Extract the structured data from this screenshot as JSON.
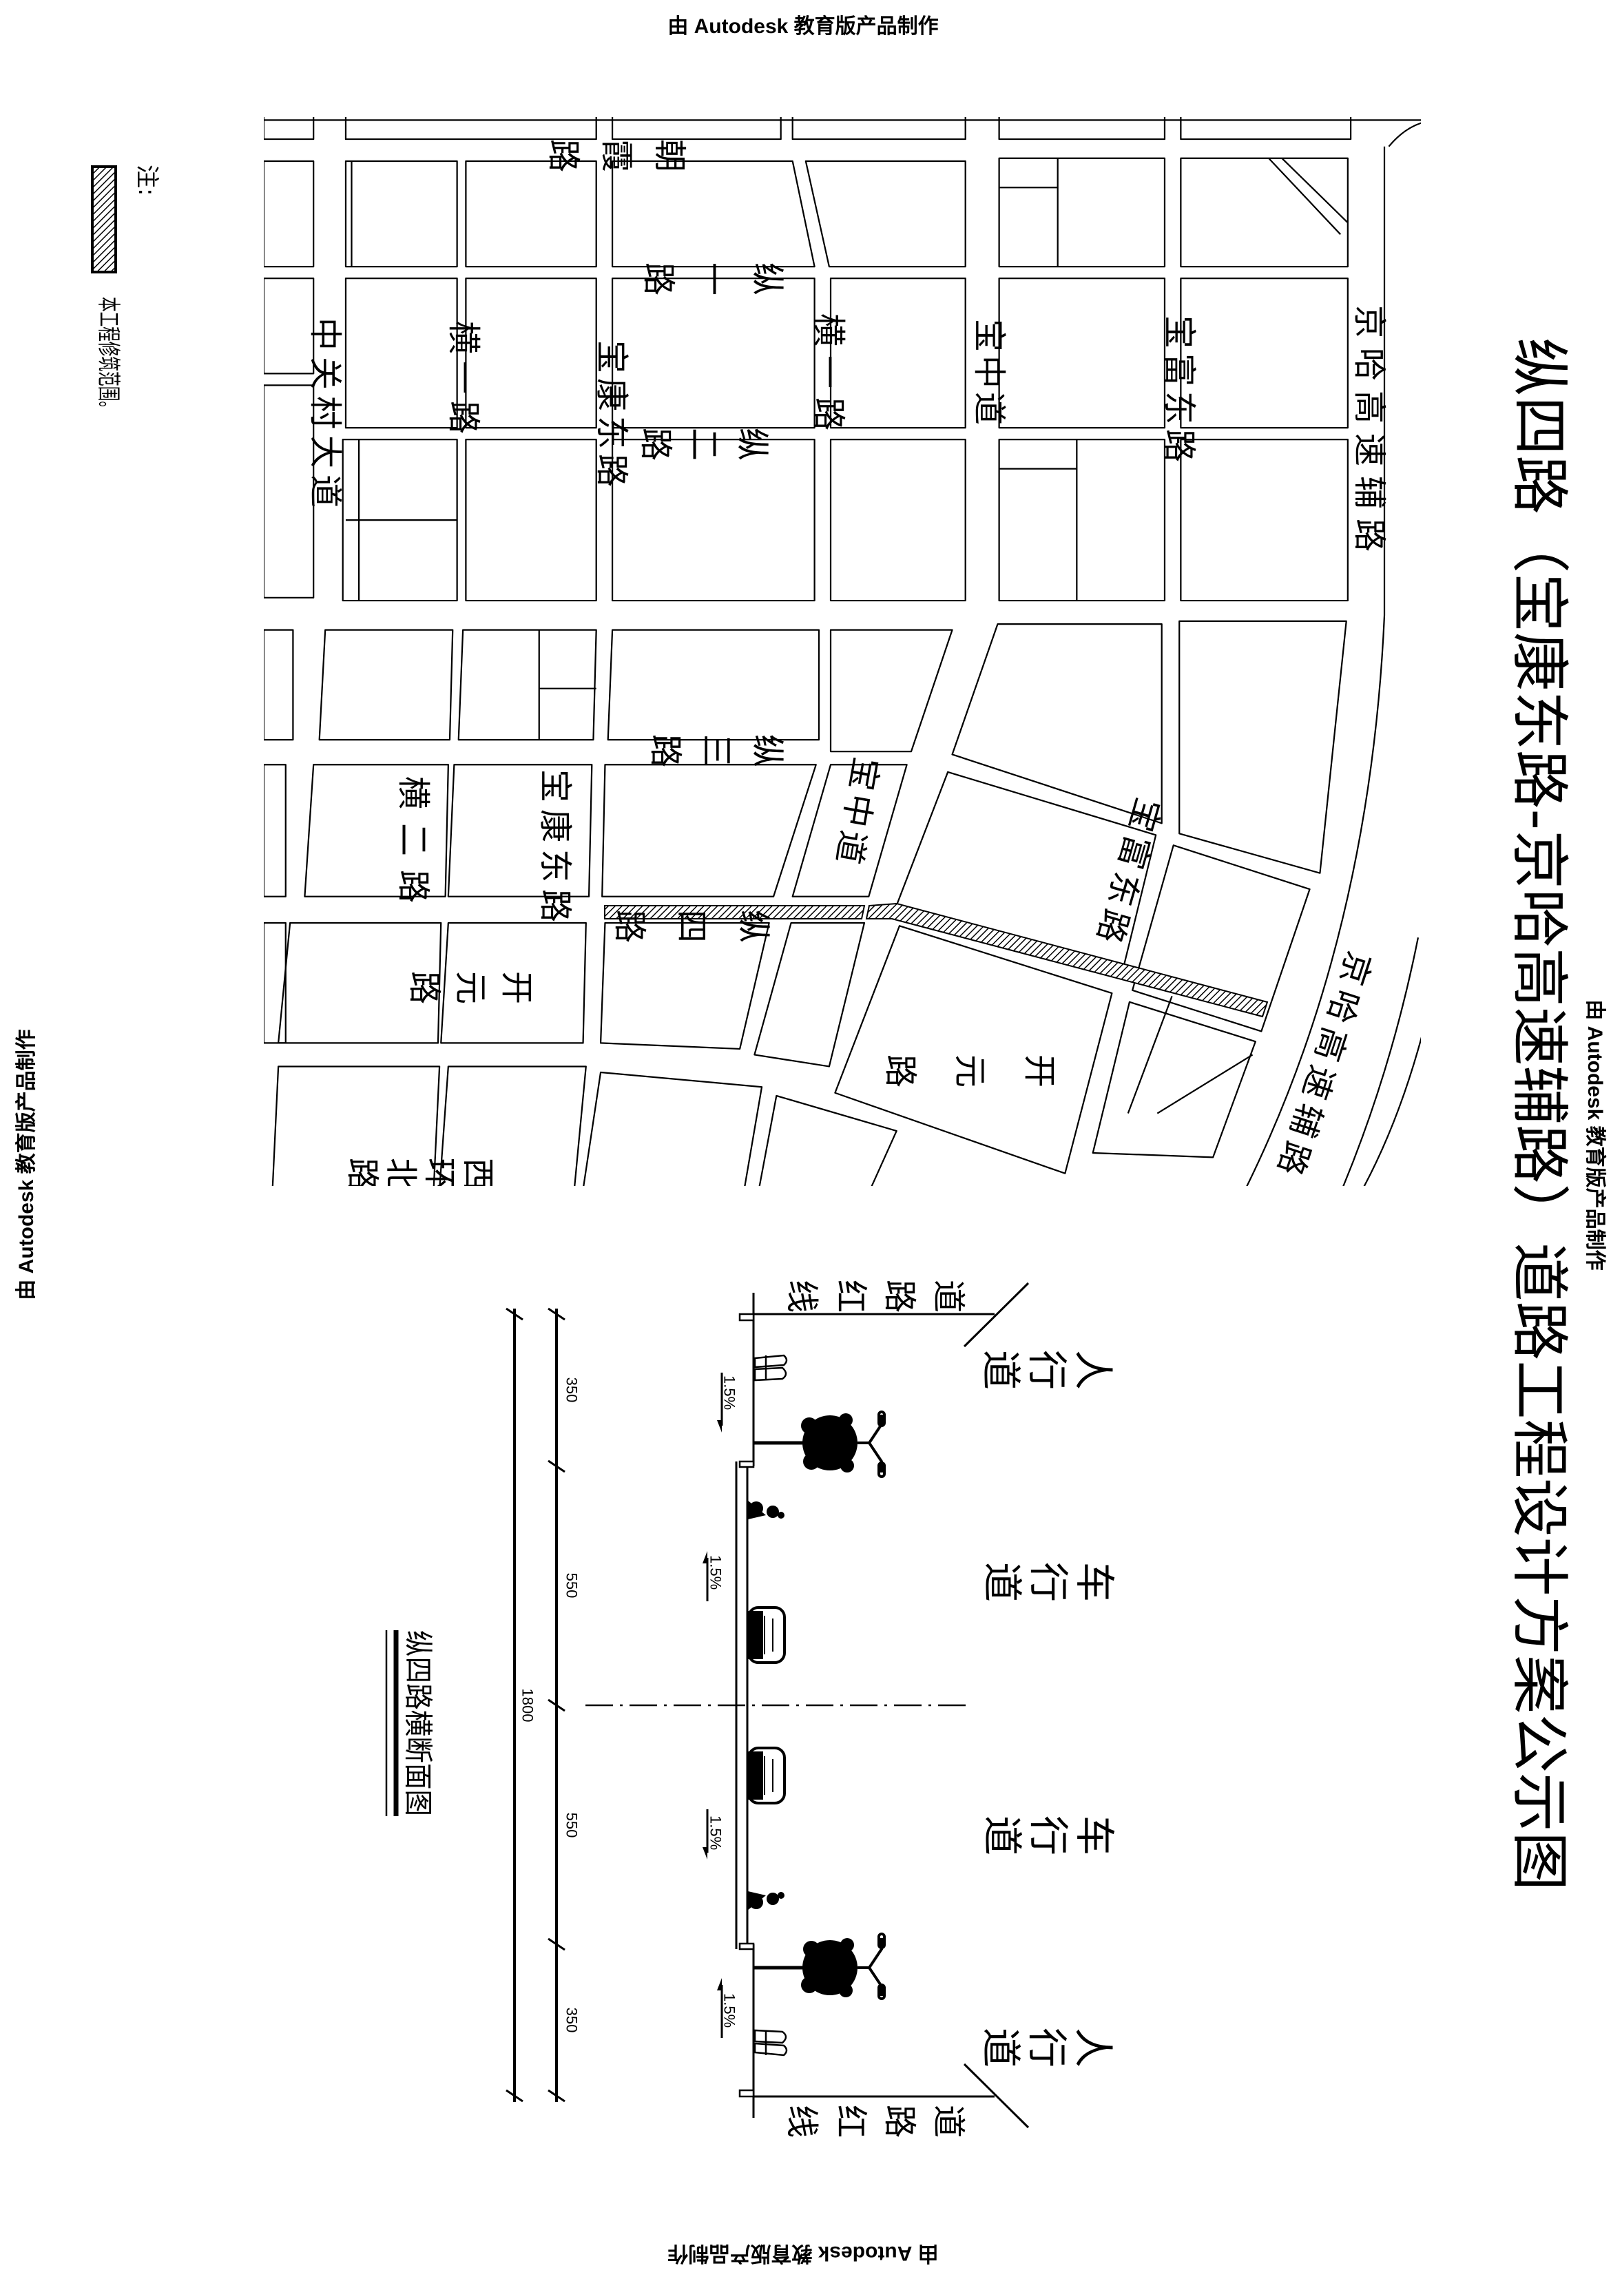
{
  "watermark": "由 Autodesk 教育版产品制作",
  "title": "纵四路（宝康东路-京哈高速辅路）道路工程设计方案公示图",
  "notes": {
    "label": "注:",
    "legend_text": "本工程修筑范围。",
    "legend_pattern": "diagonal-hatch"
  },
  "map": {
    "labels": {
      "zhaoxia": "朝霞路",
      "zhongguancun": "中关村大道",
      "heng1_a": "横一路",
      "zong1": "纵一路",
      "baokang_a": "宝康东路",
      "zong2": "纵二路",
      "heng1_b": "横一路",
      "baozhong_a": "宝中道",
      "baofu_a": "宝富东路",
      "jingha_a": "京哈高速辅路",
      "zong3": "纵三路",
      "heng2": "横二路",
      "baokang_b": "宝康东路",
      "zong4": "纵四路",
      "kaiyuan_a": "开元路",
      "kaiyuan_b": "开元路",
      "baozhong_b": "宝中道",
      "baofu_b": "宝富东路",
      "jingha_b": "京哈高速辅路",
      "bottom_cut": "西环北路"
    }
  },
  "cross_section": {
    "red_line": "道路红线",
    "sidewalk": "人行道",
    "roadway": "车行道",
    "slope": "1.5%",
    "dims": [
      "350",
      "550",
      "550",
      "350"
    ],
    "total": "1800",
    "caption": "纵四路横断面图"
  },
  "colors": {
    "ink": "#000000",
    "paper": "#ffffff"
  }
}
